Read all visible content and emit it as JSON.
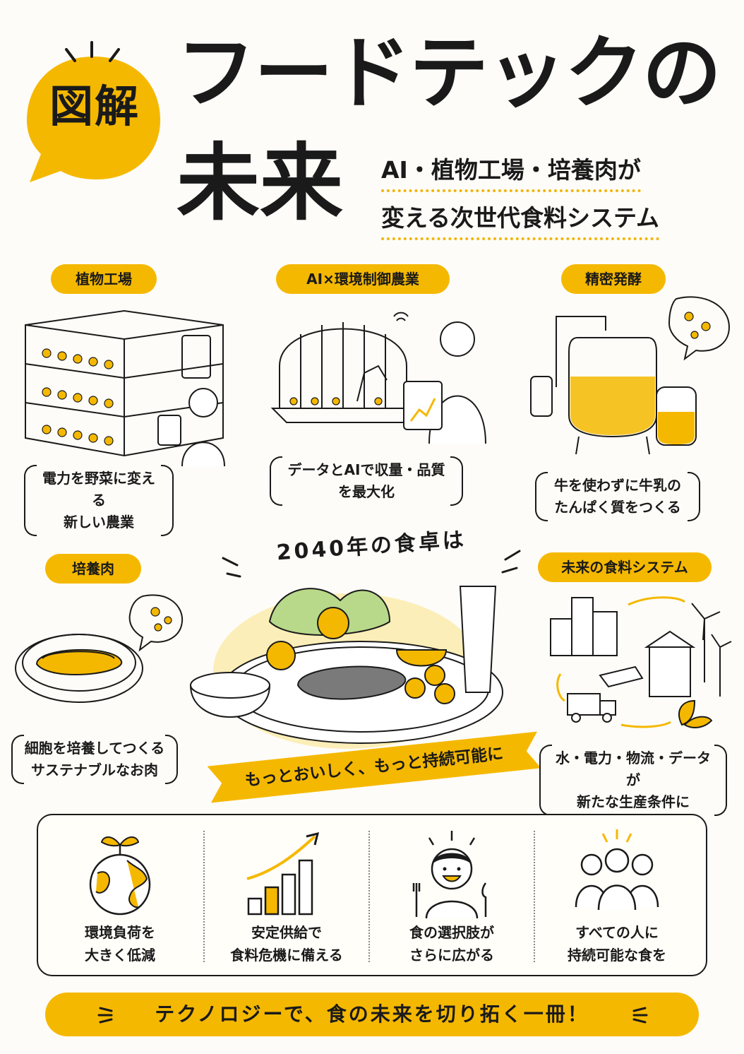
{
  "header": {
    "badge": "図解",
    "title_line1": "フードテックの",
    "title_line2": "未来",
    "subtitle_line1": "AI・植物工場・培養肉が",
    "subtitle_line2": "変える次世代食料システム"
  },
  "sections": {
    "plant_factory": {
      "label": "植物工場",
      "caption": [
        "電力を野菜に変える",
        "新しい農業"
      ]
    },
    "ai_farming": {
      "label": "AI×環境制御農業",
      "caption": [
        "データとAIで収量・品質",
        "を最大化"
      ]
    },
    "fermentation": {
      "label": "精密発酵",
      "caption": [
        "牛を使わずに牛乳の",
        "たんぱく質をつくる"
      ]
    },
    "cultured_meat": {
      "label": "培養肉",
      "caption": [
        "細胞を培養してつくる",
        "サステナブルなお肉"
      ]
    },
    "food_system": {
      "label": "未来の食料システム",
      "caption": [
        "水・電力・物流・データが",
        "新たな生産条件に"
      ]
    }
  },
  "center": {
    "title": "2040年の食卓は",
    "ribbon": "もっとおいしく、もっと持続可能に"
  },
  "benefits": [
    {
      "icon": "globe-sprout-icon",
      "text": [
        "環境負荷を",
        "大きく低減"
      ]
    },
    {
      "icon": "bar-chart-growth-icon",
      "text": [
        "安定供給で",
        "食料危機に備える"
      ]
    },
    {
      "icon": "smiling-person-utensils-icon",
      "text": [
        "食の選択肢が",
        "さらに広がる"
      ]
    },
    {
      "icon": "group-of-people-icon",
      "text": [
        "すべての人に",
        "持続可能な食を"
      ]
    }
  ],
  "footer": {
    "text": "テクノロジーで、食の未来を切り拓く一冊！"
  },
  "colors": {
    "accent": "#f5b800",
    "ink": "#1a1a1a",
    "background": "#fdfcf8"
  }
}
